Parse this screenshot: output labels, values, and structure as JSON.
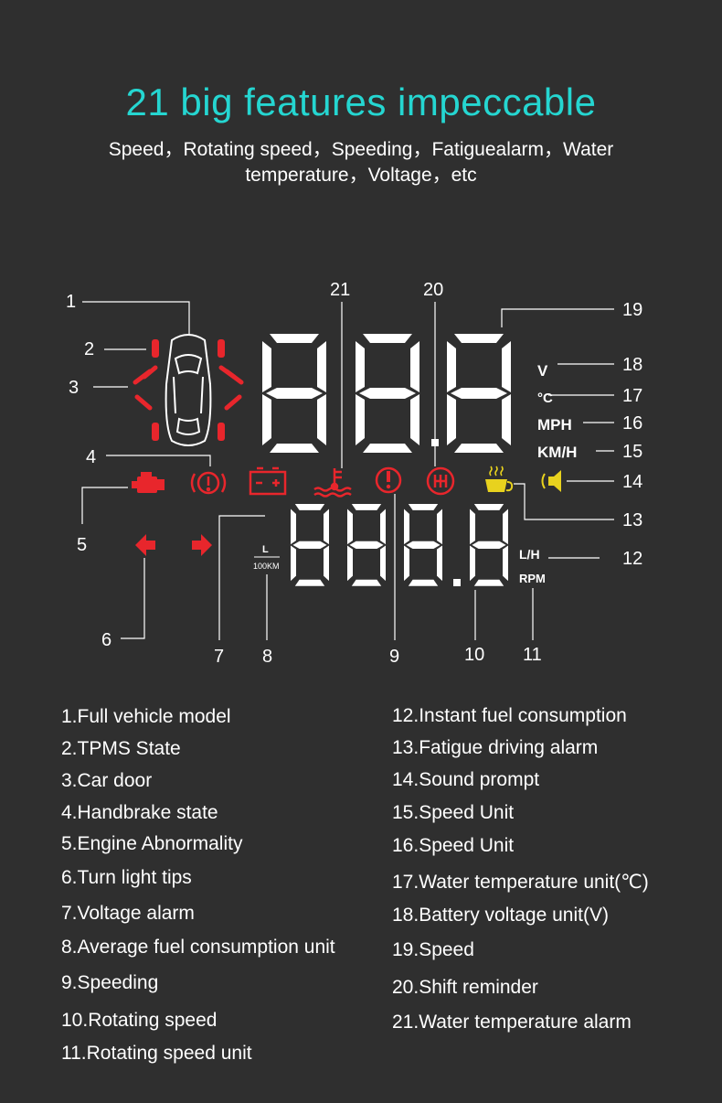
{
  "header": {
    "title": "21 big features impeccable",
    "subtitle": "Speed，Rotating speed，Speeding，Fatiguealarm，Water temperature，Voltage，etc"
  },
  "colors": {
    "title": "#25d6d1",
    "background": "#2f2f2f",
    "warning_red": "#e8262c",
    "alert_yellow": "#e8d21e",
    "lcd_white": "#ffffff"
  },
  "diagram": {
    "callouts": [
      "1",
      "2",
      "3",
      "4",
      "5",
      "6",
      "7",
      "8",
      "9",
      "10",
      "11",
      "12",
      "13",
      "14",
      "15",
      "16",
      "17",
      "18",
      "19",
      "20",
      "21"
    ],
    "units": {
      "volt": "V",
      "celsius": "°C",
      "mph": "MPH",
      "kmh": "KM/H",
      "lph": "L/H",
      "rpm": "RPM",
      "l_per": "L",
      "per_100km": "100KM"
    },
    "speed_display": "888",
    "lower_display": "888.8",
    "icons": [
      "car-outline-icon",
      "tpms-light-icon",
      "car-door-icon",
      "handbrake-icon",
      "engine-icon",
      "turn-left-icon",
      "turn-right-icon",
      "battery-icon",
      "water-temperature-icon",
      "speeding-warning-icon",
      "shift-reminder-icon",
      "coffee-cup-icon",
      "speaker-icon"
    ]
  },
  "features_left": [
    "1.Full vehicle model",
    "2.TPMS State",
    "3.Car door",
    "4.Handbrake state",
    "5.Engine Abnormality",
    "6.Turn light tips",
    "7.Voltage alarm",
    "8.Average fuel consumption unit",
    "9.Speeding",
    "10.Rotating speed",
    "11.Rotating speed unit"
  ],
  "features_right": [
    "12.Instant fuel consumption",
    "13.Fatigue driving alarm",
    "14.Sound prompt",
    "15.Speed Unit",
    "16.Speed Unit",
    "17.Water temperature unit(℃)",
    "18.Battery voltage unit(V)",
    "19.Speed",
    "20.Shift reminder",
    "21.Water temperature alarm"
  ]
}
